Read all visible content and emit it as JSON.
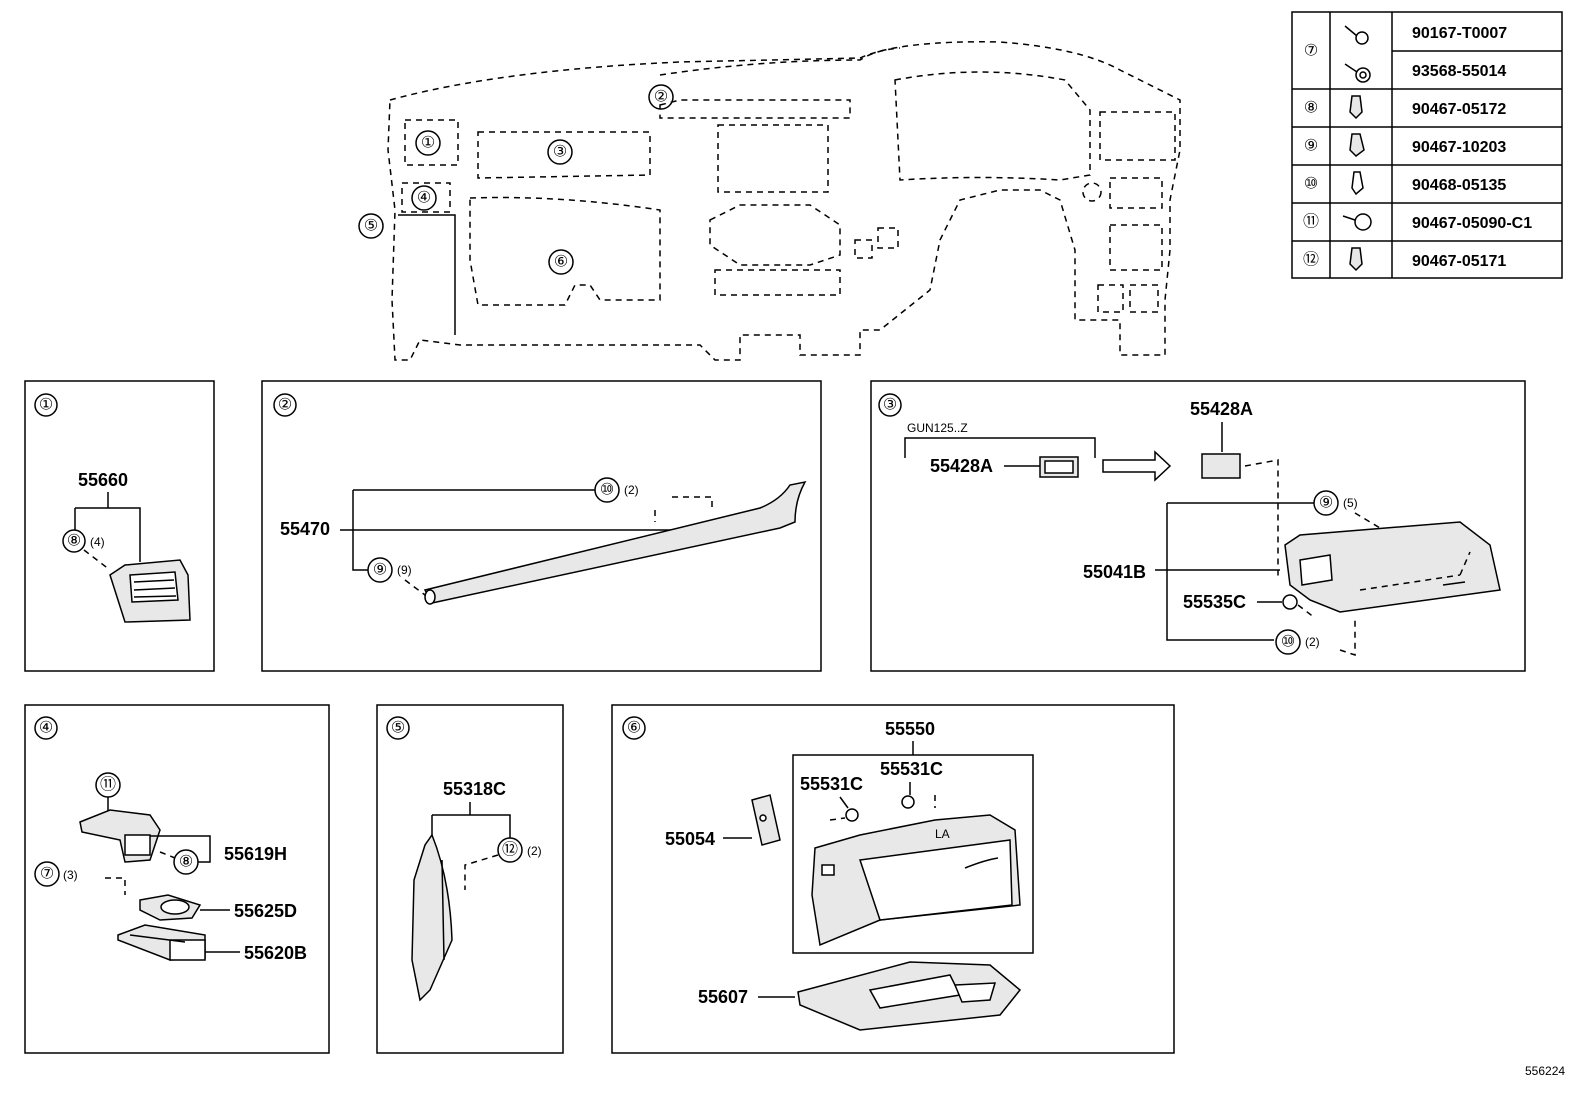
{
  "fastener_table": [
    {
      "ref": "⑦",
      "part": "90167-T0007"
    },
    {
      "ref": "",
      "part": "93568-55014"
    },
    {
      "ref": "⑧",
      "part": "90467-05172"
    },
    {
      "ref": "⑨",
      "part": "90467-10203"
    },
    {
      "ref": "⑩",
      "part": "90468-05135"
    },
    {
      "ref": "⑪",
      "part": "90467-05090-C1"
    },
    {
      "ref": "⑫",
      "part": "90467-05171"
    }
  ],
  "overview": {
    "callouts": [
      "①",
      "②",
      "③",
      "④",
      "⑤",
      "⑥"
    ]
  },
  "panels": {
    "p1": {
      "num": "①",
      "part": "55660",
      "clip": "⑧",
      "clip_qty": "(4)"
    },
    "p2": {
      "num": "②",
      "part": "55470",
      "clip_a": "⑩",
      "clip_a_qty": "(2)",
      "clip_b": "⑨",
      "clip_b_qty": "(9)"
    },
    "p3": {
      "num": "③",
      "variant": "GUN125..Z",
      "part_a": "55428A",
      "part_b": "55428A",
      "clip_a": "⑨",
      "clip_a_qty": "(5)",
      "part_c": "55041B",
      "part_d": "55535C",
      "clip_b": "⑩",
      "clip_b_qty": "(2)"
    },
    "p4": {
      "num": "④",
      "clip_a": "⑪",
      "part_a": "55619H",
      "clip_b": "⑧",
      "clip_c": "⑦",
      "clip_c_qty": "(3)",
      "part_b": "55625D",
      "part_c": "55620B"
    },
    "p5": {
      "num": "⑤",
      "part": "55318C",
      "clip": "⑫",
      "clip_qty": "(2)"
    },
    "p6": {
      "num": "⑥",
      "part_a": "55550",
      "part_b": "55531C",
      "part_c": "55531C",
      "part_d": "55054",
      "part_e": "55607",
      "mark": "LA"
    }
  },
  "drawing_number": "556224"
}
